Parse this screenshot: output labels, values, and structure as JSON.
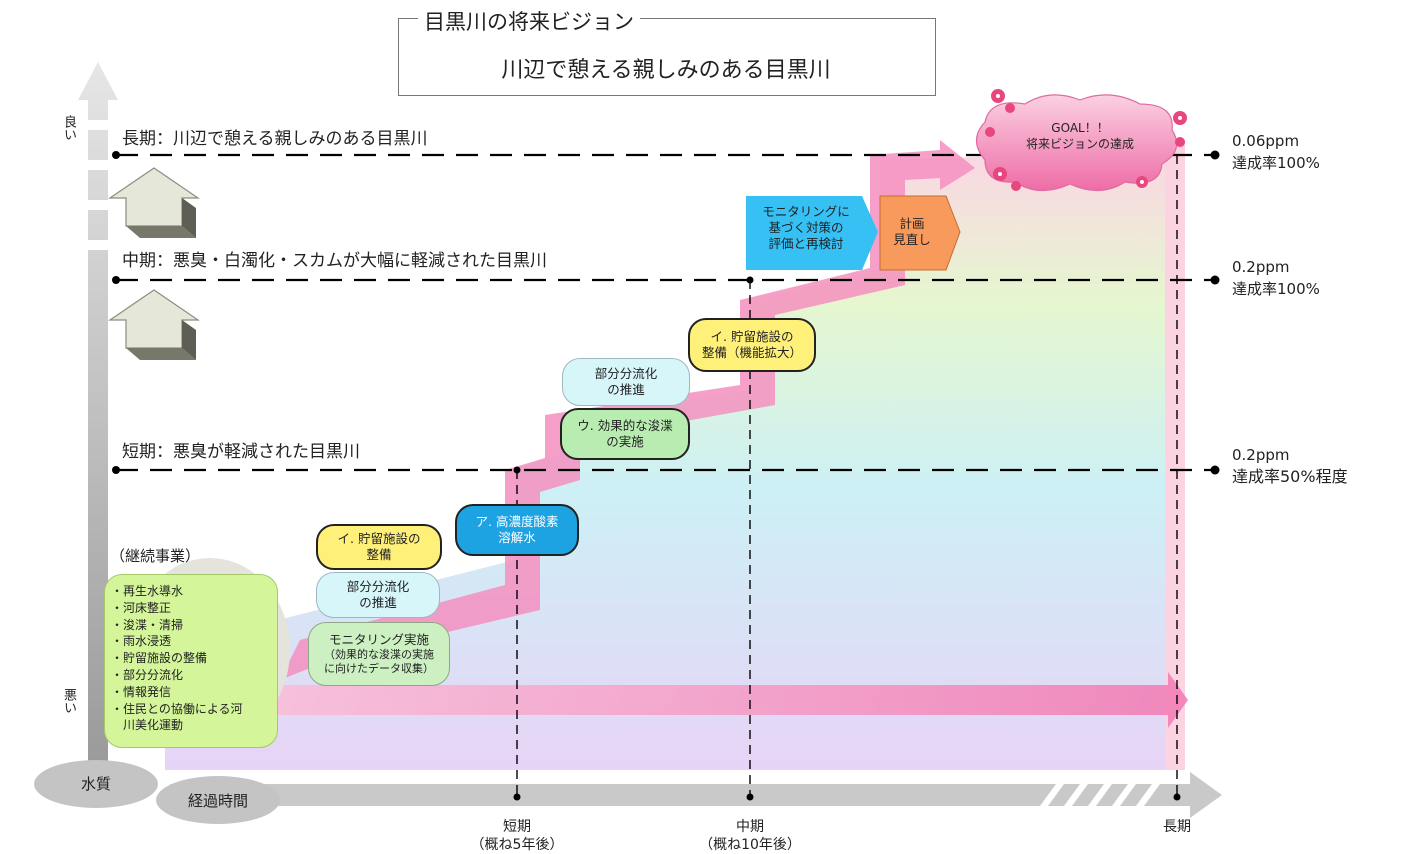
{
  "title": {
    "label": "目黒川の将来ビジョン",
    "main": "川辺で憩える親しみのある目黒川"
  },
  "y_axis": {
    "top_label": "良い",
    "bottom_label": "悪い",
    "name": "水質"
  },
  "x_axis": {
    "name": "経過時間"
  },
  "levels": [
    {
      "label": "長期：川辺で憩える親しみのある目黒川",
      "value": "0.06ppm",
      "rate": "達成率100%"
    },
    {
      "label": "中期：悪臭・白濁化・スカムが大幅に軽減された目黒川",
      "value": "0.2ppm",
      "rate": "達成率100%"
    },
    {
      "label": "短期：悪臭が軽減された目黒川",
      "value": "0.2ppm",
      "rate": "達成率50%程度"
    }
  ],
  "time_marks": [
    {
      "label": "短期",
      "sub": "（概ね5年後）"
    },
    {
      "label": "中期",
      "sub": "（概ね10年後）"
    },
    {
      "label": "長期",
      "sub": ""
    }
  ],
  "continuing": {
    "title": "（継続事業）",
    "items": [
      "・再生水導水",
      "・河床整正",
      "・浚渫・清掃",
      "・雨水浸透",
      "・貯留施設の整備",
      "・部分分流化",
      "・情報発信",
      "・住民との協働による河",
      "　川美化運動"
    ]
  },
  "steps": {
    "s1_storage": "イ. 貯留施設の\n整備",
    "s1_separation": "部分分流化\nの推進",
    "s1_monitoring": "モニタリング実施",
    "s1_monitoring_sub": "（効果的な浚渫の実施\nに向けたデータ収集）",
    "s2_oxygen": "ア. 高濃度酸素\n溶解水",
    "s3_separation": "部分分流化\nの推進",
    "s3_dredge": "ウ. 効果的な浚渫\nの実施",
    "s4_storage": "イ. 貯留施設の\n整備（機能拡大）",
    "s5_eval": "モニタリングに\n基づく対策の\n評価と再検討",
    "s5_plan": "計画\n見直し"
  },
  "goal": {
    "line1": "GOAL！！",
    "line2": "将来ビジョンの達成"
  },
  "colors": {
    "axis_gray": "#c8c8c8",
    "pink_arrow": "#f48fc0",
    "lavender": "#ecd3f5",
    "blue_band": "#c6eef7",
    "green_band": "#e3f7c7",
    "pink_band": "#fce0ea",
    "yellow_pill": "#fff07a",
    "cyan_pill": "#1da2e2",
    "blue_arrow": "#36c0f3",
    "orange_arrow": "#f79a5c"
  }
}
